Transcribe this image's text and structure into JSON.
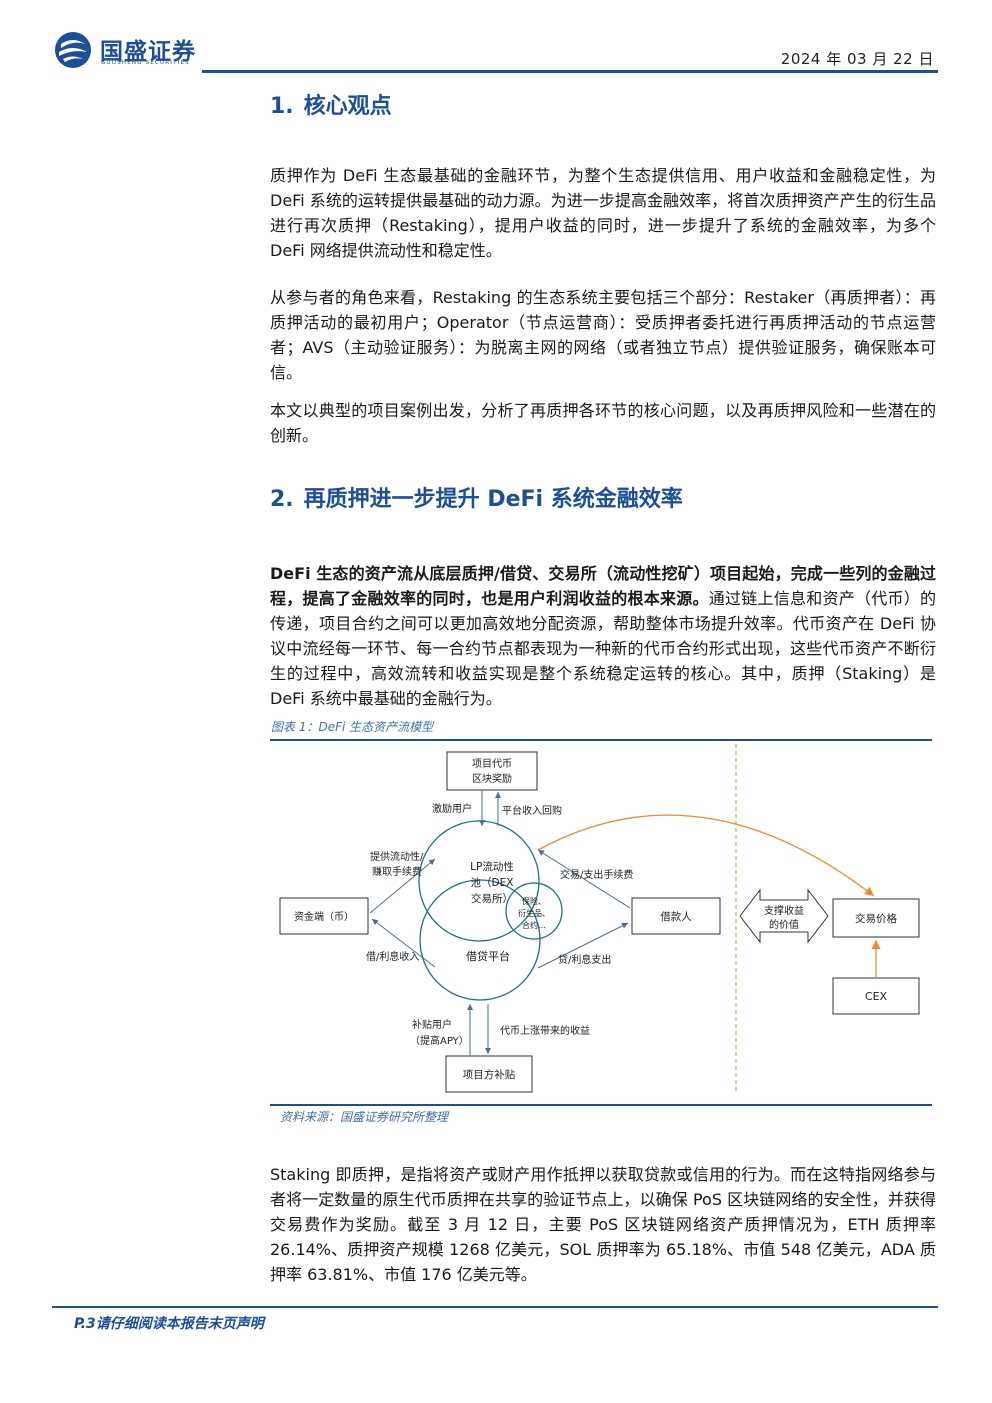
{
  "header": {
    "brand_name": "国盛证券",
    "brand_sub": "GUOSHENG SECURITIES",
    "date": "2024 年 03 月 22 日"
  },
  "section1": {
    "number": "1.",
    "title": "核心观点",
    "p1": "质押作为 DeFi 生态最基础的金融环节，为整个生态提供信用、用户收益和金融稳定性，为 DeFi 系统的运转提供最基础的动力源。为进一步提高金融效率，将首次质押资产产生的衍生品进行再次质押（Restaking），提用户收益的同时，进一步提升了系统的金融效率，为多个 DeFi 网络提供流动性和稳定性。",
    "p2": "从参与者的角色来看，Restaking 的生态系统主要包括三个部分：Restaker（再质押者）：再质押活动的最初用户；Operator（节点运营商）：受质押者委托进行再质押活动的节点运营者；AVS（主动验证服务）：为脱离主网的网络（或者独立节点）提供验证服务，确保账本可信。",
    "p3": "本文以典型的项目案例出发，分析了再质押各环节的核心问题，以及再质押风险和一些潜在的创新。"
  },
  "section2": {
    "number": "2.",
    "title": "再质押进一步提升 DeFi 系统金融效率",
    "p1_bold": "DeFi 生态的资产流从底层质押/借贷、交易所（流动性挖矿）项目起始，完成一些列的金融过程，提高了金融效率的同时，也是用户利润收益的根本来源。",
    "p1_rest": "通过链上信息和资产（代币）的传递，项目合约之间可以更加高效地分配资源，帮助整体市场提升效率。代币资产在 DeFi 协议中流经每一环节、每一合约节点都表现为一种新的代币合约形式出现，这些代币资产不断衍生的过程中，高效流转和收益实现是整个系统稳定运转的核心。其中，质押（Staking）是 DeFi 系统中最基础的金融行为。",
    "p2": "Staking 即质押，是指将资产或财产用作抵押以获取贷款或信用的行为。而在这特指网络参与者将一定数量的原生代币质押在共享的验证节点上，以确保 PoS 区块链网络的安全性，并获得交易费作为奖励。截至 3 月 12 日，主要 PoS 区块链网络资产质押情况为，ETH 质押率 26.14%、质押资产规模 1268 亿美元，SOL 质押率为 65.18%、市值 548 亿美元，ADA 质押率 63.81%、市值 176 亿美元等。"
  },
  "figure": {
    "caption": "图表 1：DeFi 生态资产流模型",
    "source": "资料来源：国盛证券研究所整理",
    "nodes": {
      "token_reward": [
        "项目代币",
        "区块奖励"
      ],
      "fund_side": "资金端（币）",
      "lp_pool": [
        "LP流动性",
        "池（DEX",
        "交易所）"
      ],
      "overlap": [
        "保险、",
        "衍生品、",
        "合约…"
      ],
      "lending": "借贷平台",
      "borrower": "借款人",
      "anchor": [
        "支撑收益",
        "的价值"
      ],
      "trade_price": "交易价格",
      "cex": "CEX",
      "subsidy": "项目方补贴"
    },
    "labels": {
      "incentive": "激励用户",
      "platform_buyback": "平台收入回购",
      "provide_liquidity": [
        "提供流动性/",
        "赚取手续费"
      ],
      "trade_fee": "交易/支出手续费",
      "borrow_interest_in": "借/利息收入",
      "loan_interest_out": "贷/利息支出",
      "subsidy_users": [
        "补贴用户",
        "（提高APY）"
      ],
      "token_rise": "代币上涨带来的收益"
    },
    "colors": {
      "circle": "#1f6f8b",
      "arrow": "#4a6e9a",
      "orange": "#f08a30"
    }
  },
  "footer": {
    "text": "P.3请仔细阅读本报告末页声明"
  }
}
